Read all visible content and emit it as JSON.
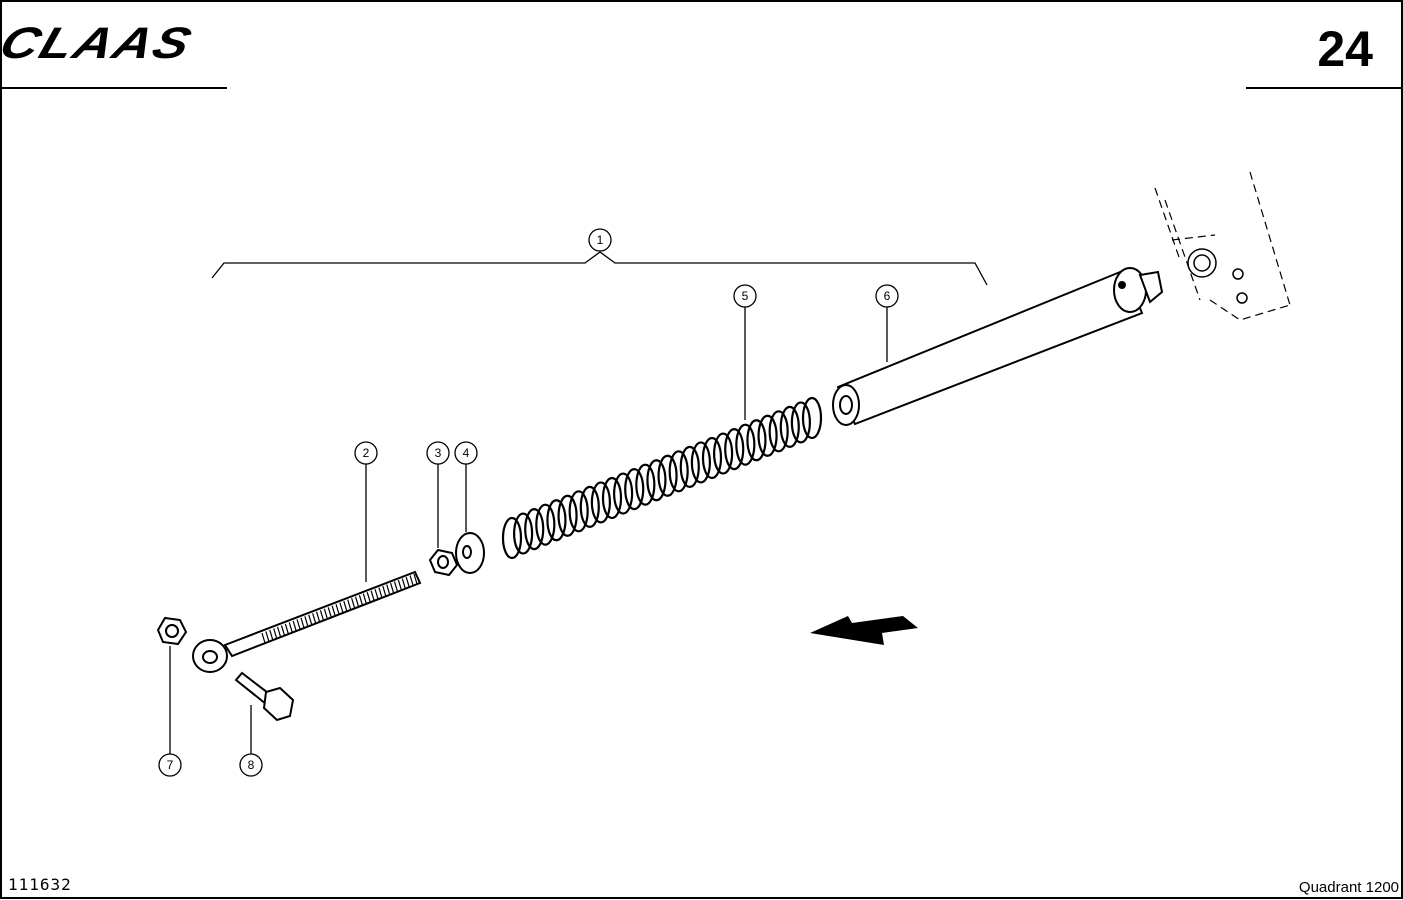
{
  "header": {
    "brand": "CLAAS",
    "page_number": "24"
  },
  "footer": {
    "drawing_number": "111632",
    "model": "Quadrant 1200"
  },
  "callouts": [
    {
      "id": "callout-1",
      "label": "1"
    },
    {
      "id": "callout-2",
      "label": "2"
    },
    {
      "id": "callout-3",
      "label": "3"
    },
    {
      "id": "callout-4",
      "label": "4"
    },
    {
      "id": "callout-5",
      "label": "5"
    },
    {
      "id": "callout-6",
      "label": "6"
    },
    {
      "id": "callout-7",
      "label": "7"
    },
    {
      "id": "callout-8",
      "label": "8"
    }
  ]
}
